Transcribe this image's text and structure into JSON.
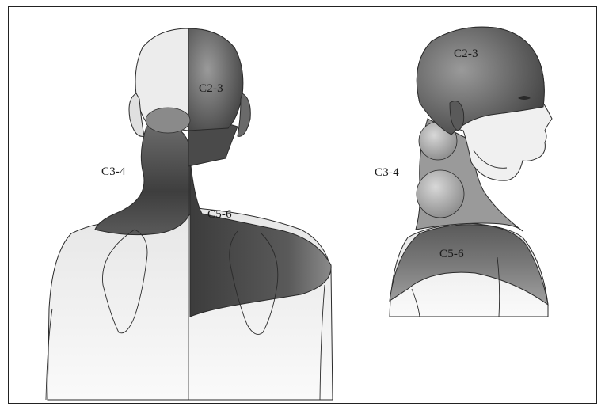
{
  "labels": {
    "back_c23": "C2-3",
    "back_c34": "C3-4",
    "back_c56": "C5-6",
    "side_c23": "C2-3",
    "side_c34": "C3-4",
    "side_c56": "C5-6"
  },
  "colors": {
    "outline": "#2a2a2a",
    "skin_light": "#f2f2f2",
    "zone_dark": "#4a4a4a",
    "zone_mid": "#8a8a8a",
    "zone_light": "#c8c8c8"
  }
}
